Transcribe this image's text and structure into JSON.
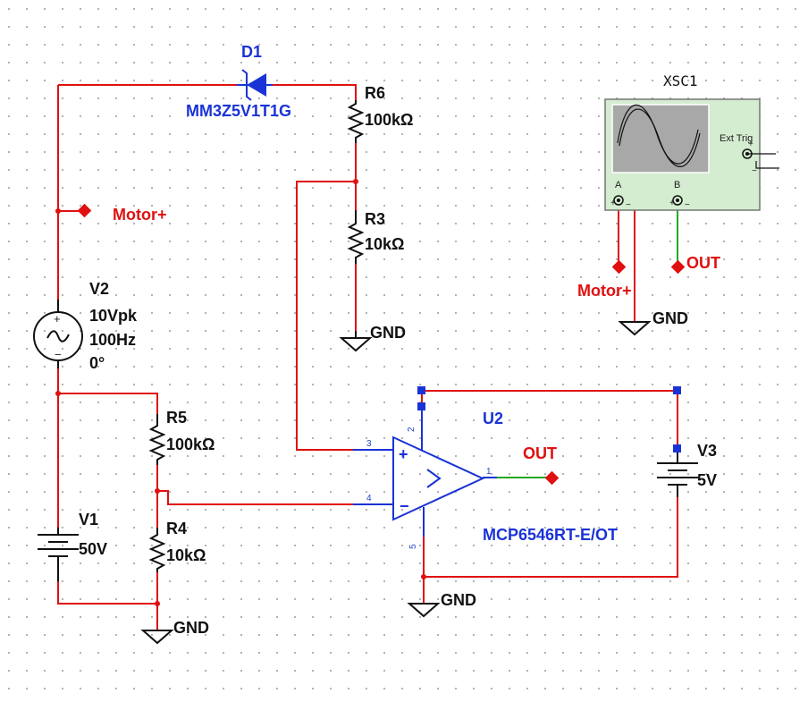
{
  "diode": {
    "ref": "D1",
    "part": "MM3Z5V1T1G"
  },
  "r6": {
    "ref": "R6",
    "value": "100kΩ"
  },
  "r3": {
    "ref": "R3",
    "value": "10kΩ"
  },
  "r5": {
    "ref": "R5",
    "value": "100kΩ"
  },
  "r4": {
    "ref": "R4",
    "value": "10kΩ"
  },
  "v2": {
    "ref": "V2",
    "amplitude": "10Vpk",
    "frequency": "100Hz",
    "phase": "0°"
  },
  "v1": {
    "ref": "V1",
    "value": "50V"
  },
  "v3": {
    "ref": "V3",
    "value": "5V"
  },
  "u2": {
    "ref": "U2",
    "part": "MCP6546RT-E/OT",
    "pins": {
      "in_plus": "3",
      "in_minus": "4",
      "out": "1",
      "vdd": "2",
      "vss": "5"
    }
  },
  "nets": {
    "motor": "Motor+",
    "out": "OUT",
    "gnd": "GND"
  },
  "scope": {
    "ref": "XSC1",
    "ext_trig": "Ext Trig",
    "ch_a": "A",
    "ch_b": "B"
  },
  "colors": {
    "wire": "#e01010",
    "component": "#1a33d6",
    "probe_b": "#22aa22"
  }
}
